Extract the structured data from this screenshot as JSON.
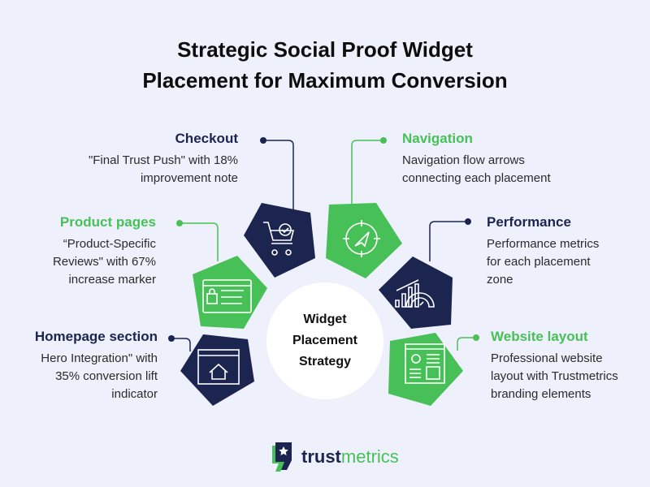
{
  "title": {
    "line1": "Strategic Social Proof Widget",
    "line2": "Placement for Maximum Conversion"
  },
  "center": {
    "line1": "Widget",
    "line2": "Placement",
    "line3": "Strategy"
  },
  "items": [
    {
      "title": "Checkout",
      "l1": "\"Final Trust Push\" with 18%",
      "l2": "improvement note",
      "icon": "shopping-cart-check-icon"
    },
    {
      "title": "Navigation",
      "l1": "Navigation flow arrows",
      "l2": "connecting each placement",
      "icon": "navigation-target-icon"
    },
    {
      "title": "Product pages",
      "l1": "“Product-Specific",
      "l2": "Reviews\" with 67%",
      "l3": "increase marker",
      "icon": "product-page-icon"
    },
    {
      "title": "Performance",
      "l1": "Performance metrics",
      "l2": "for each placement",
      "l3": "zone",
      "icon": "performance-chart-icon"
    },
    {
      "title": "Homepage section",
      "l1": "Hero Integration\" with",
      "l2": "35% conversion lift",
      "l3": "indicator",
      "icon": "homepage-icon"
    },
    {
      "title": "Website layout",
      "l1": "Professional website",
      "l2": "layout with Trustmetrics",
      "l3": "branding elements",
      "icon": "website-layout-icon"
    }
  ],
  "logo": {
    "part1": "trust",
    "part2": "metrics"
  },
  "colors": {
    "navy": "#1b2550",
    "green": "#48c058",
    "background": "#eef1fb"
  }
}
